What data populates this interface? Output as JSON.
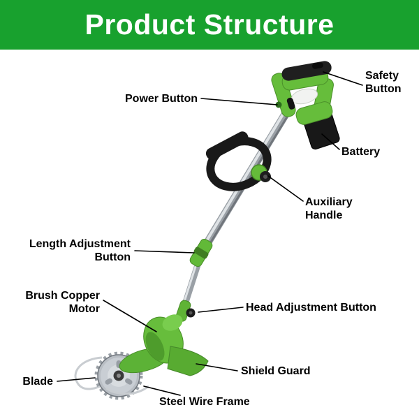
{
  "header": {
    "title": "Product Structure"
  },
  "colors": {
    "banner_green": "#18a12e",
    "product_green": "#66bd3b",
    "product_dark": "#1c1c1c",
    "metal_gray": "#9aa0a6",
    "label_text": "#000000"
  },
  "labels": [
    {
      "id": "power-button",
      "text": "Power Button"
    },
    {
      "id": "safety-button",
      "text": "Safety\nButton"
    },
    {
      "id": "battery",
      "text": "Battery"
    },
    {
      "id": "auxiliary-handle",
      "text": "Auxiliary\nHandle"
    },
    {
      "id": "length-adjustment-button",
      "text": "Length Adjustment\nButton"
    },
    {
      "id": "brush-copper-motor",
      "text": "Brush Copper\nMotor"
    },
    {
      "id": "head-adjustment-button",
      "text": "Head Adjustment Button"
    },
    {
      "id": "shield-guard",
      "text": "Shield Guard"
    },
    {
      "id": "blade",
      "text": "Blade"
    },
    {
      "id": "steel-wire-frame",
      "text": "Steel Wire Frame"
    }
  ]
}
